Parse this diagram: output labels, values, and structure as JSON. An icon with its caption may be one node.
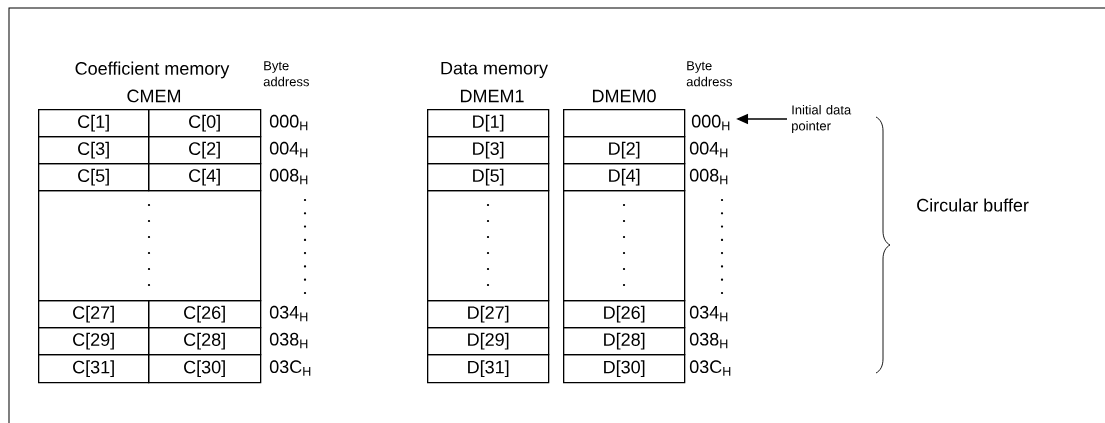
{
  "diagram": {
    "nodes": [
      {
        "text": [
          "C[1]"
        ]
      },
      {
        "text": [
          "C[0]"
        ]
      },
      {
        "text": [
          "C[3]"
        ]
      },
      {
        "text": [
          "C[2]"
        ]
      },
      {
        "text": [
          "C[5]"
        ]
      },
      {
        "text": [
          "C[4]"
        ]
      },
      {
        "text": [],
        "shape": "box"
      },
      {
        "text": [
          "C[27]"
        ]
      },
      {
        "text": [
          "C[26]"
        ]
      },
      {
        "text": [
          "C[29]"
        ]
      },
      {
        "text": [
          "C[28]"
        ]
      },
      {
        "text": [
          "C[31]"
        ]
      },
      {
        "text": [
          "C[30]"
        ]
      },
      {
        "text": [
          "D[1]"
        ]
      },
      {
        "text": [
          "D[3]"
        ]
      },
      {
        "text": [
          "D[5]"
        ]
      },
      {
        "text": [],
        "shape": "box"
      },
      {
        "text": [
          "D[27]"
        ]
      },
      {
        "text": [
          "D[29]"
        ]
      },
      {
        "text": [
          "D[31]"
        ]
      },
      {
        "text": [],
        "shape": "box"
      },
      {
        "text": [
          "D[2]"
        ]
      },
      {
        "text": [
          "D[4]"
        ]
      },
      {
        "text": [],
        "shape": "box"
      },
      {
        "text": [
          "D[26]"
        ]
      },
      {
        "text": [
          "D[28]"
        ]
      },
      {
        "text": [
          "D[30]"
        ]
      },
      {
        "text": [
          "000$_{H}$"
        ]
      },
      {
        "text": [
          "Initial data pointer"
        ]
      }
    ],
    "edges": [
      {
        "from": 28,
        "to": 27,
        "arrow": "to"
      }
    ],
    "labels": [
      "Coefficient memory",
      "Byte address",
      "Data memory",
      "Byte address",
      "CMEM",
      "DMEM1",
      "DMEM0",
      "000$_{H}$",
      "004$_{H}$",
      "004$_{H}$",
      "008$_{H}$",
      "008$_{H}$",
      "Circular buffer",
      "034$_{H}$",
      "034$_{H}$",
      "038$_{H}$",
      "038$_{H}$",
      "03C$_{H}$",
      "03C$_{H}$"
    ]
  }
}
